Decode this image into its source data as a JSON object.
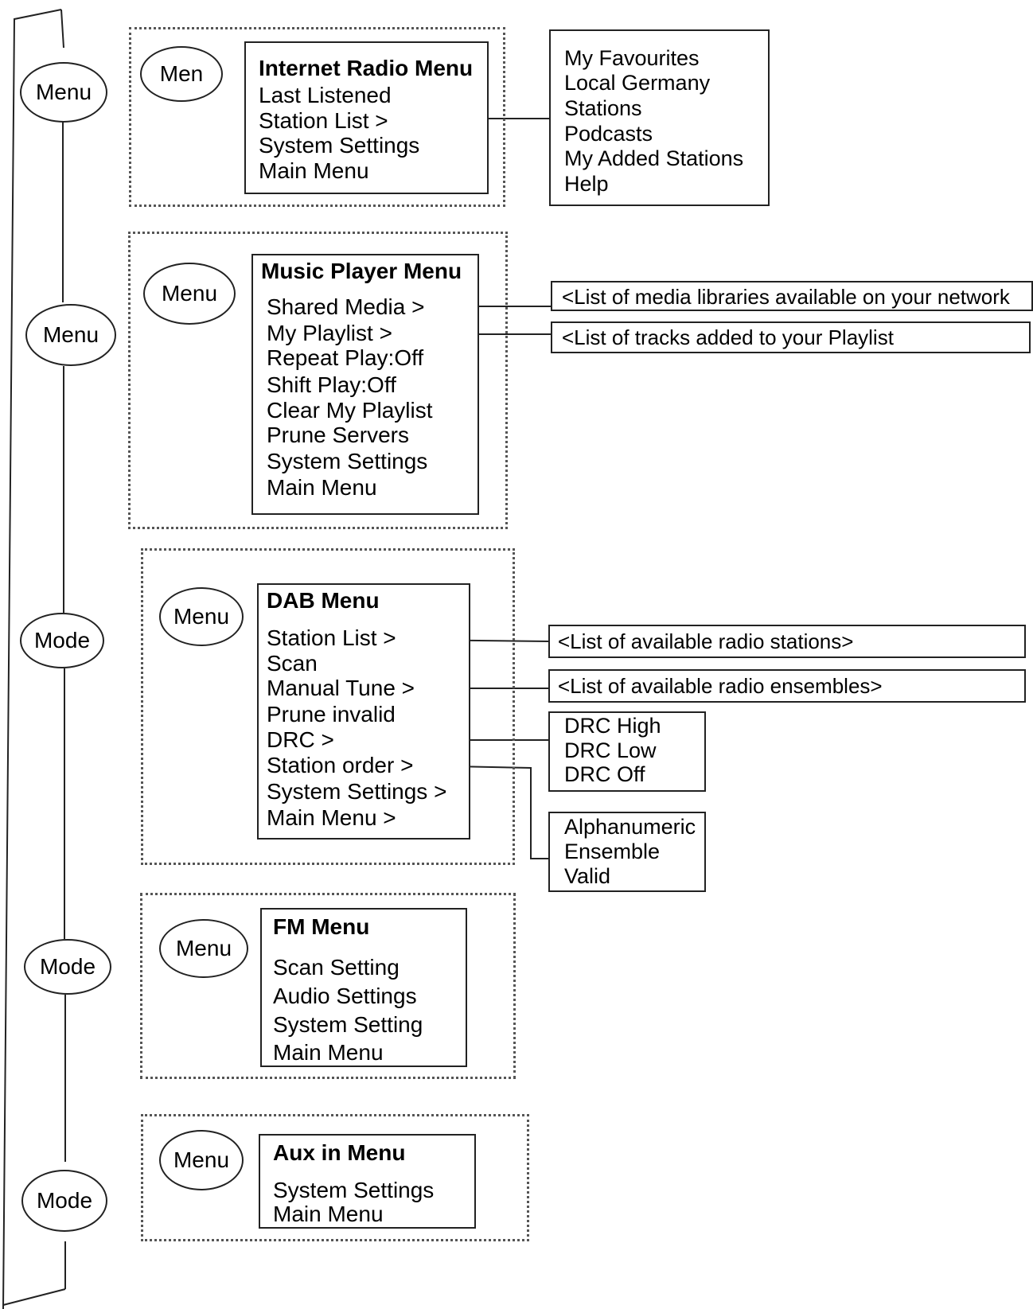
{
  "side_buttons": [
    "Menu",
    "Menu",
    "Mode",
    "Mode",
    "Mode"
  ],
  "internet_radio": {
    "button": "Men",
    "title": "Internet Radio Menu",
    "items": [
      "Last Listened",
      "Station List >",
      "System Settings",
      "Main Menu"
    ],
    "station_list_sub": [
      "My Favourites",
      "Local Germany",
      "Stations",
      "Podcasts",
      "My Added Stations",
      "Help"
    ]
  },
  "music_player": {
    "button": "Menu",
    "title": "Music Player Menu",
    "items": [
      "Shared Media >",
      "My Playlist >",
      "Repeat Play:Off",
      "Shift Play:Off",
      "Clear My Playlist",
      "Prune Servers",
      "System Settings",
      "Main Menu"
    ],
    "shared_media_sub": "<List of media libraries available on your network",
    "playlist_sub": "<List of tracks added to your Playlist"
  },
  "dab": {
    "button": "Menu",
    "title": "DAB Menu",
    "items": [
      "Station List >",
      "Scan",
      "Manual Tune >",
      "Prune invalid",
      "DRC >",
      "Station order >",
      "System Settings >",
      "Main Menu >"
    ],
    "station_list_sub": "<List of available radio stations>",
    "manual_tune_sub": "<List of available radio ensembles>",
    "drc_sub": [
      "DRC High",
      "DRC Low",
      "DRC Off"
    ],
    "station_order_sub": [
      "Alphanumeric",
      "Ensemble",
      "Valid"
    ]
  },
  "fm": {
    "button": "Menu",
    "title": "FM Menu",
    "items": [
      "Scan Setting",
      "Audio Settings",
      "System Setting",
      "Main Menu"
    ]
  },
  "aux": {
    "button": "Menu",
    "title": "Aux in Menu",
    "items": [
      "System Settings",
      "Main Menu"
    ]
  }
}
